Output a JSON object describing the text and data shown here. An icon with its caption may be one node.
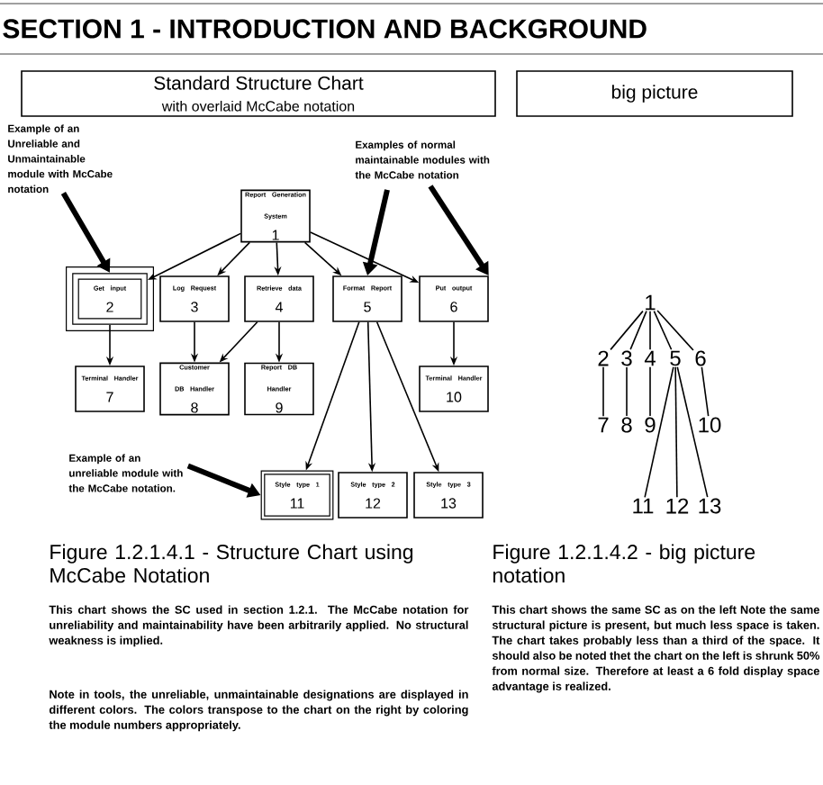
{
  "diagram": {
    "title": "SECTION 1 - INTRODUCTION AND BACKGROUND",
    "nodes": [
      {
        "text": [
          "Standard Structure Chart",
          "with overlaid McCabe notation"
        ]
      },
      {
        "text": [
          "big picture"
        ]
      },
      {
        "text": [
          "Example of an Unreliable and Unmaintainable module with McCabe notation"
        ]
      },
      {
        "text": [
          "Examples of normal maintainable modules with the McCabe notation"
        ]
      },
      {
        "text": [
          "Example of an unreliable module with the McCabe notation."
        ]
      },
      {
        "text": [
          "Report Generation System",
          "1"
        ]
      },
      {
        "text": [
          "Get input",
          "2"
        ]
      },
      {
        "text": [
          "Log Request",
          "3"
        ]
      },
      {
        "text": [
          "Retrieve data",
          "4"
        ]
      },
      {
        "text": [
          "Format Report",
          "5"
        ]
      },
      {
        "text": [
          "Put output",
          "6"
        ]
      },
      {
        "text": [
          "Terminal Handler",
          "7"
        ]
      },
      {
        "text": [
          "Customer DB Handler",
          "8"
        ]
      },
      {
        "text": [
          "Report DB Handler",
          "9"
        ]
      },
      {
        "text": [
          "Terminal Handler",
          "10"
        ]
      },
      {
        "text": [
          "Style type 1",
          "11"
        ]
      },
      {
        "text": [
          "Style type 2",
          "12"
        ]
      },
      {
        "text": [
          "Style type 3",
          "13"
        ]
      },
      {
        "text": [
          "1"
        ]
      },
      {
        "text": [
          "2"
        ]
      },
      {
        "text": [
          "3"
        ]
      },
      {
        "text": [
          "4"
        ]
      },
      {
        "text": [
          "5"
        ]
      },
      {
        "text": [
          "6"
        ]
      },
      {
        "text": [
          "7"
        ]
      },
      {
        "text": [
          "8"
        ]
      },
      {
        "text": [
          "9"
        ]
      },
      {
        "text": [
          "10"
        ]
      },
      {
        "text": [
          "11"
        ]
      },
      {
        "text": [
          "12"
        ]
      },
      {
        "text": [
          "13"
        ]
      }
    ],
    "edges": [
      {
        "from": 5,
        "to": 6,
        "arrow": "to"
      },
      {
        "from": 5,
        "to": 7,
        "arrow": "to"
      },
      {
        "from": 5,
        "to": 8,
        "arrow": "to"
      },
      {
        "from": 5,
        "to": 9,
        "arrow": "to"
      },
      {
        "from": 5,
        "to": 10,
        "arrow": "to"
      },
      {
        "from": 6,
        "to": 11,
        "arrow": "to"
      },
      {
        "from": 7,
        "to": 12,
        "arrow": "to"
      },
      {
        "from": 8,
        "to": 12,
        "arrow": "to"
      },
      {
        "from": 8,
        "to": 13,
        "arrow": "to"
      },
      {
        "from": 9,
        "to": 15,
        "arrow": "to"
      },
      {
        "from": 9,
        "to": 16,
        "arrow": "to"
      },
      {
        "from": 9,
        "to": 17,
        "arrow": "to"
      },
      {
        "from": 10,
        "to": 14,
        "arrow": "to"
      },
      {
        "from": 2,
        "to": 6,
        "arrow": "to",
        "style": "thick"
      },
      {
        "from": 3,
        "to": 9,
        "arrow": "to",
        "style": "thick"
      },
      {
        "from": 3,
        "to": 10,
        "arrow": "to",
        "style": "thick"
      },
      {
        "from": 4,
        "to": 15,
        "arrow": "to",
        "style": "thick"
      },
      {
        "from": 18,
        "to": 19,
        "arrow": "none"
      },
      {
        "from": 18,
        "to": 20,
        "arrow": "none"
      },
      {
        "from": 18,
        "to": 21,
        "arrow": "none"
      },
      {
        "from": 18,
        "to": 22,
        "arrow": "none"
      },
      {
        "from": 18,
        "to": 23,
        "arrow": "none"
      },
      {
        "from": 19,
        "to": 24,
        "arrow": "none"
      },
      {
        "from": 20,
        "to": 25,
        "arrow": "none"
      },
      {
        "from": 21,
        "to": 26,
        "arrow": "none"
      },
      {
        "from": 22,
        "to": 28,
        "arrow": "none"
      },
      {
        "from": 22,
        "to": 29,
        "arrow": "none"
      },
      {
        "from": 22,
        "to": 30,
        "arrow": "none"
      },
      {
        "from": 23,
        "to": 27,
        "arrow": "none"
      }
    ],
    "labels": [
      "Figure 1.2.1.4.1 - Structure Chart using McCabe Notation",
      "This chart shows the SC used in section 1.2.1. The McCabe notation for unreliability and maintainability have been arbitrarily applied. No structural weakness is implied.",
      "Note in tools, the unreliable, unmaintainable designations are displayed in different colors. The colors transpose to the chart on the right by coloring the module numbers appropriately.",
      "Figure 1.2.1.4.2 - big picture notation",
      "This chart shows the same SC as on the left Note the same structural picture is present, but much less space is taken. The chart takes probably less than a third of the space. It should also be noted thet the chart on the left is shrunk 50% from normal size. Therefore at least a 6 fold display space advantage is realized."
    ]
  }
}
